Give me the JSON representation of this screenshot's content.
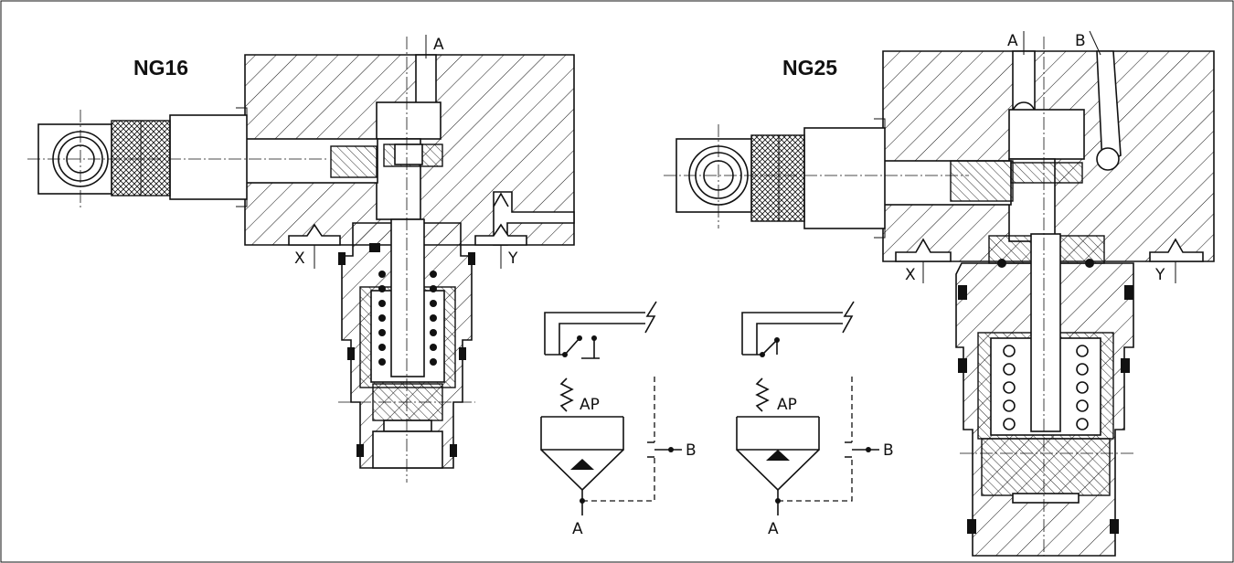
{
  "left_drawing": {
    "title": "NG16",
    "port_top": "A",
    "port_x": "X",
    "port_y": "Y"
  },
  "right_drawing": {
    "title": "NG25",
    "port_a": "A",
    "port_b": "B",
    "port_x": "X",
    "port_y": "Y"
  },
  "symbol_left": {
    "label": "AP",
    "port_a": "A",
    "port_b": "B",
    "switch": "closed"
  },
  "symbol_right": {
    "label": "AP",
    "port_a": "A",
    "port_b": "B",
    "switch": "open"
  }
}
